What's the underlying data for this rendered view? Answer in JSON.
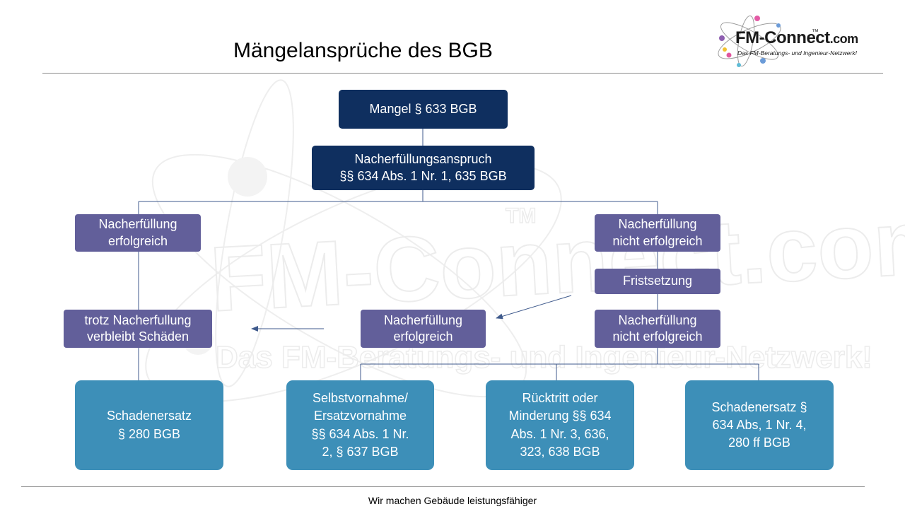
{
  "header": {
    "title": "Mängelansprüche des BGB"
  },
  "logo": {
    "main": "FM-Connect",
    "suffix": ".com",
    "tm": "™",
    "tagline": "Das FM-Beratungs- und Ingenieur-Netzwerk!"
  },
  "diagram": {
    "mangel": "Mangel § 633 BGB",
    "nacherfuellungsanspruch": "Nacherfüllungsanspruch\n§§ 634 Abs. 1 Nr. 1, 635 BGB",
    "erfolgreich_left": "Nacherfüllung\nerfolgreich",
    "nicht_erfolgreich_1": "Nacherfüllung\nnicht erfolgreich",
    "fristsetzung": "Fristsetzung",
    "trotz": "trotz Nacherfullung\nverbleibt Schäden",
    "erfolgreich_mid": "Nacherfüllung\nerfolgreich",
    "nicht_erfolgreich_2": "Nacherfüllung\nnicht erfolgreich",
    "schadenersatz_280": "Schadenersatz\n§ 280 BGB",
    "selbstvornahme": "Selbstvornahme/\nErsatzvornahme\n§§ 634 Abs. 1 Nr.\n2, § 637 BGB",
    "ruecktritt": "Rücktritt oder\nMinderung §§ 634\nAbs. 1 Nr. 3, 636,\n323, 638 BGB",
    "schadenersatz_634": "Schadenersatz §\n634 Abs, 1 Nr. 4,\n280 ff BGB"
  },
  "footer": {
    "text": "Wir machen Gebäude leistungsfähiger"
  },
  "colors": {
    "navy": "#0f2f5f",
    "purple": "#625f9a",
    "teal": "#3d8fb8",
    "connector": "#3f5a8c"
  }
}
